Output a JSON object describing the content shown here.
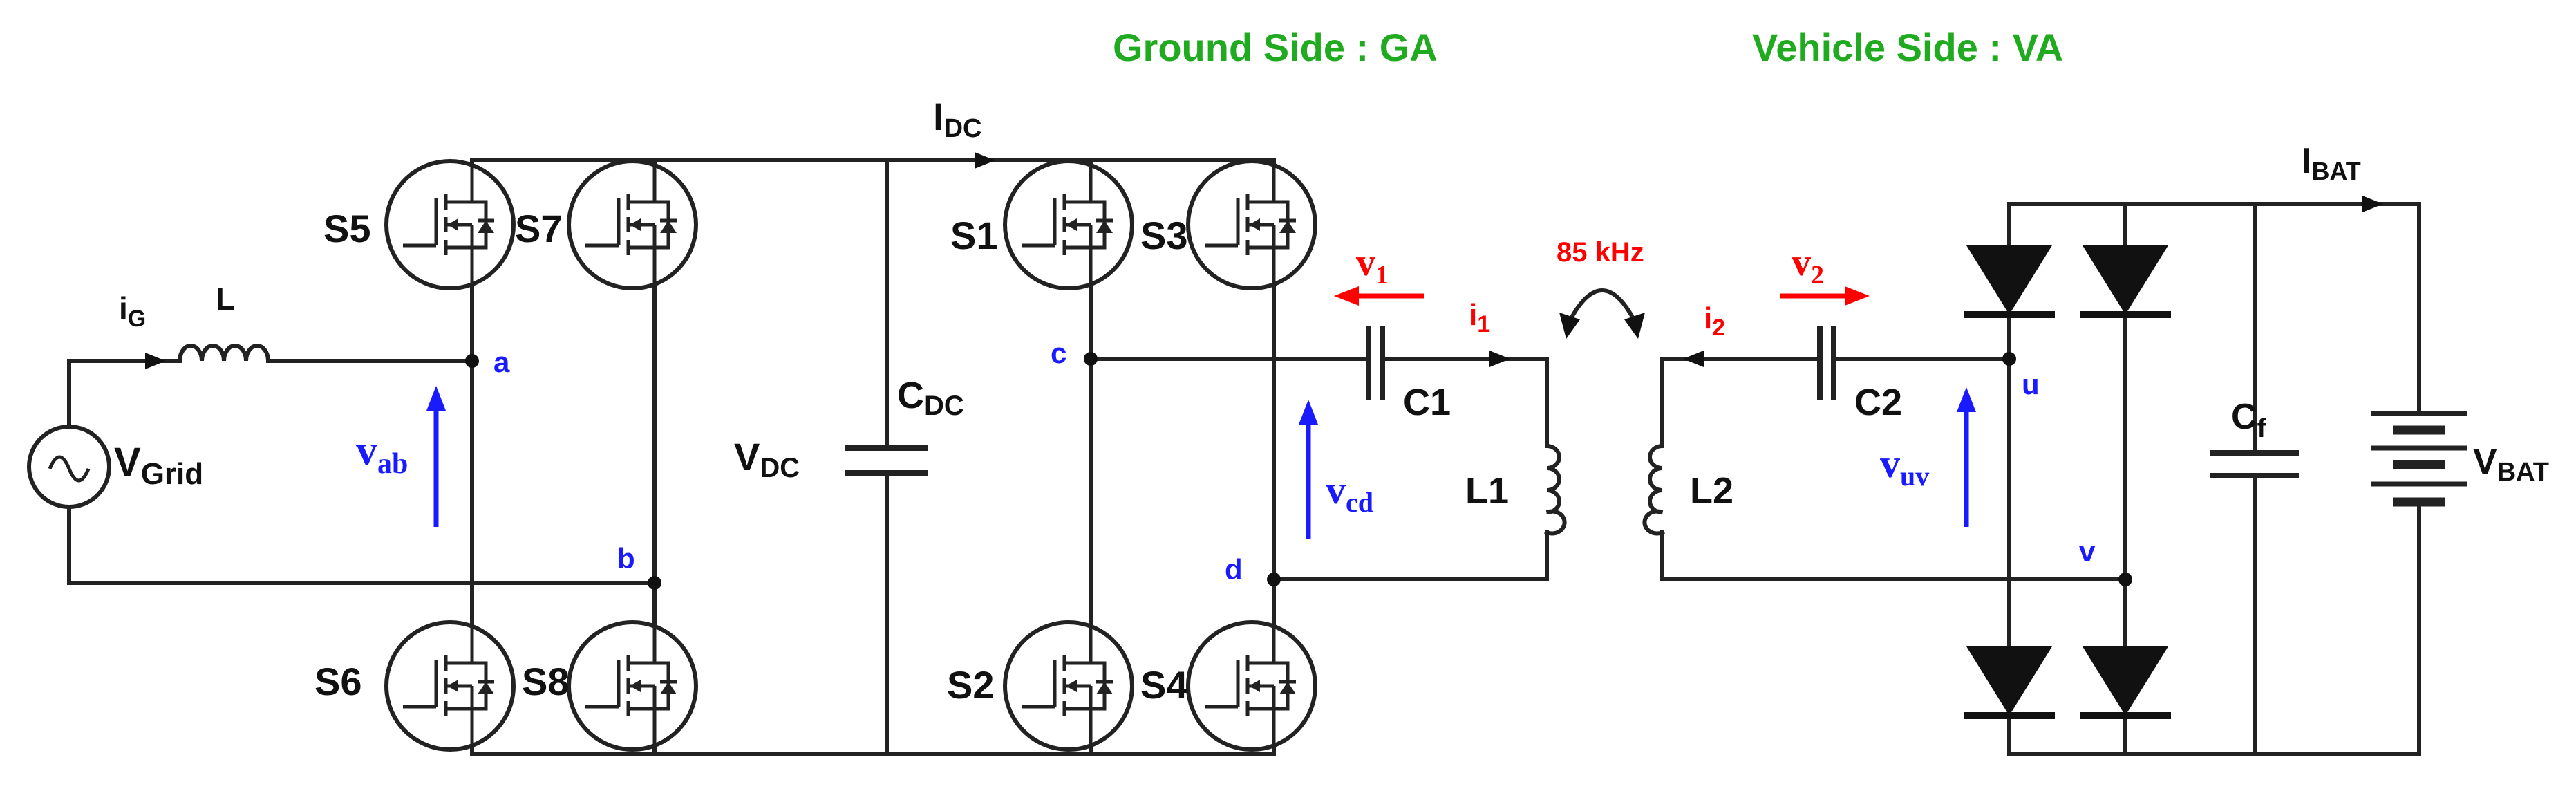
{
  "headers": {
    "ground": "Ground Side : GA",
    "vehicle": "Vehicle Side : VA"
  },
  "labels": {
    "idc_main": "I",
    "idc_sub": "DC",
    "ibat_main": "I",
    "ibat_sub": "BAT",
    "ig_main": "i",
    "ig_sub": "G",
    "l": "L",
    "vgrid_main": "V",
    "vgrid_sub": "Grid",
    "vab_main": "v",
    "vab_sub": "ab",
    "vdc_main": "V",
    "vdc_sub": "DC",
    "cdc_main": "C",
    "cdc_sub": "DC",
    "vcd_main": "v",
    "vcd_sub": "cd",
    "v1_main": "v",
    "v1_sub": "1",
    "v2_main": "v",
    "v2_sub": "2",
    "i1_main": "i",
    "i1_sub": "1",
    "i2_main": "i",
    "i2_sub": "2",
    "c1": "C1",
    "c2": "C2",
    "l1": "L1",
    "l2": "L2",
    "freq": "85 kHz",
    "vuv_main": "v",
    "vuv_sub": "uv",
    "cf_main": "C",
    "cf_sub": "f",
    "vbat_main": "V",
    "vbat_sub": "BAT"
  },
  "nodes": {
    "a": "a",
    "b": "b",
    "c": "c",
    "d": "d",
    "u": "u",
    "v": "v"
  },
  "switches": {
    "s1": "S1",
    "s2": "S2",
    "s3": "S3",
    "s4": "S4",
    "s5": "S5",
    "s6": "S6",
    "s7": "S7",
    "s8": "S8"
  },
  "colors": {
    "wire": "#222222",
    "node_label": "#1a1aff",
    "coil_quantity": "#ff0000",
    "side_header": "#1faa1f"
  }
}
